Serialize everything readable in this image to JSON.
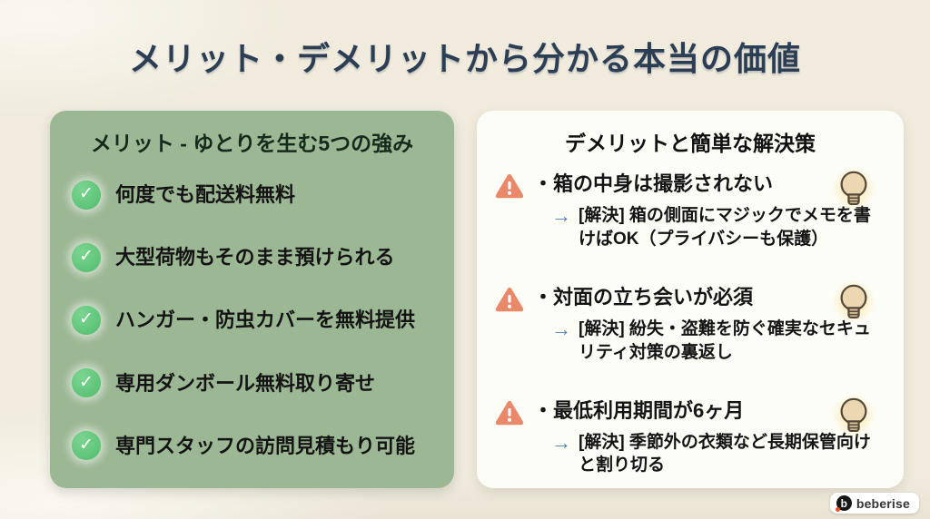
{
  "title": "メリット・デメリットから分かる本当の価値",
  "merits": {
    "header": "メリット - ゆとりを生む5つの強み",
    "items": [
      "何度でも配送料無料",
      "大型荷物もそのまま預けられる",
      "ハンガー・防虫カバーを無料提供",
      "専用ダンボール無料取り寄せ",
      "専門スタッフの訪問見積もり可能"
    ]
  },
  "demerits": {
    "header": "デメリットと簡単な解決策",
    "items": [
      {
        "title": "・箱の中身は撮影されない",
        "solution": "[解決] 箱の側面にマジックでメモを書けばOK（プライバシーも保護）"
      },
      {
        "title": "・対面の立ち会いが必須",
        "solution": "[解決] 紛失・盗難を防ぐ確実なセキュリティ対策の裏返し"
      },
      {
        "title": "・最低利用期間が6ヶ月",
        "solution": "[解決] 季節外の衣類など長期保管向けと割り切る"
      }
    ]
  },
  "icons": {
    "check": "✓",
    "arrow_right": "→",
    "warning": "warning-triangle",
    "bulb": "lightbulb"
  },
  "footer": {
    "brand": "beberise",
    "brand_initial": "b"
  },
  "colors": {
    "background": "#f0ebdd",
    "title_text": "#2c3e54",
    "merit_panel": "#9cb794",
    "check_green": "#4fbc6b",
    "demerit_panel": "#fdfdf8",
    "warning_orange": "#e9896a",
    "arrow_blue": "#4d7ea8",
    "bulb_body": "#ecd8b0",
    "bulb_glow": "#f9e483",
    "text_black": "#141414",
    "brand_accent": "#e8521f"
  }
}
